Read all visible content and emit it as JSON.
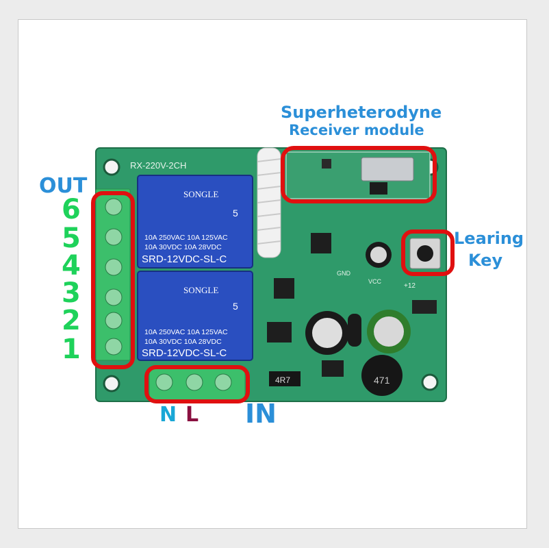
{
  "title": {
    "line1": "Superheterodyne",
    "line2": "Receiver module"
  },
  "outputs": {
    "label": "OUT",
    "pins": [
      "6",
      "5",
      "4",
      "3",
      "2",
      "1"
    ]
  },
  "learning_key": {
    "line1": "Learing",
    "line2": "Key"
  },
  "input": {
    "n": "N",
    "l": "L",
    "label": "IN"
  },
  "board": {
    "silkscreen_model": "RX-220V-2CH",
    "gnd": "GND",
    "vcc": "VCC",
    "plus12": "+12",
    "resistor": "4R7",
    "inductor": "471",
    "relays": [
      {
        "brand": "SONGLE",
        "rating1": "10A 250VAC  10A 125VAC",
        "rating2": "10A  30VDC  10A  28VDC",
        "model": "SRD-12VDC-SL-C",
        "num": "5"
      },
      {
        "brand": "SONGLE",
        "rating1": "10A 250VAC  10A 125VAC",
        "rating2": "10A  30VDC  10A  28VDC",
        "model": "SRD-12VDC-SL-C",
        "num": "5"
      }
    ]
  },
  "colors": {
    "label_blue": "#2b8fd8",
    "pin_green": "#1ed25a",
    "highlight_red": "#e01010",
    "pcb_green": "#2f9a6a",
    "relay_blue": "#2a4fc0"
  }
}
